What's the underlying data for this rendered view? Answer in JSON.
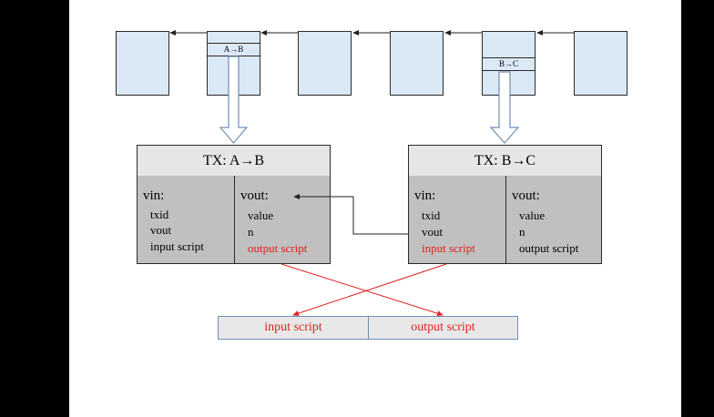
{
  "chain": {
    "blocks": [
      {
        "label": ""
      },
      {
        "label": "A→B"
      },
      {
        "label": ""
      },
      {
        "label": ""
      },
      {
        "label": "B→C"
      },
      {
        "label": ""
      }
    ]
  },
  "tx_ab": {
    "title": "TX: A→B",
    "vin_label": "vin:",
    "vin_fields": [
      "txid",
      "vout",
      "input script"
    ],
    "vout_label": "vout:",
    "vout_fields": [
      "value",
      "n",
      "output script"
    ]
  },
  "tx_bc": {
    "title": "TX: B→C",
    "vin_label": "vin:",
    "vin_fields": [
      "txid",
      "vout",
      "input script"
    ],
    "vout_label": "vout:",
    "vout_fields": [
      "value",
      "n",
      "output script"
    ]
  },
  "combined": {
    "input_script": "input script",
    "output_script": "output script"
  },
  "colors": {
    "block_fill": "#dbe8f5",
    "highlight": "#e02020",
    "tx_body": "#c0c0c0",
    "tx_header": "#e6e6e6"
  }
}
